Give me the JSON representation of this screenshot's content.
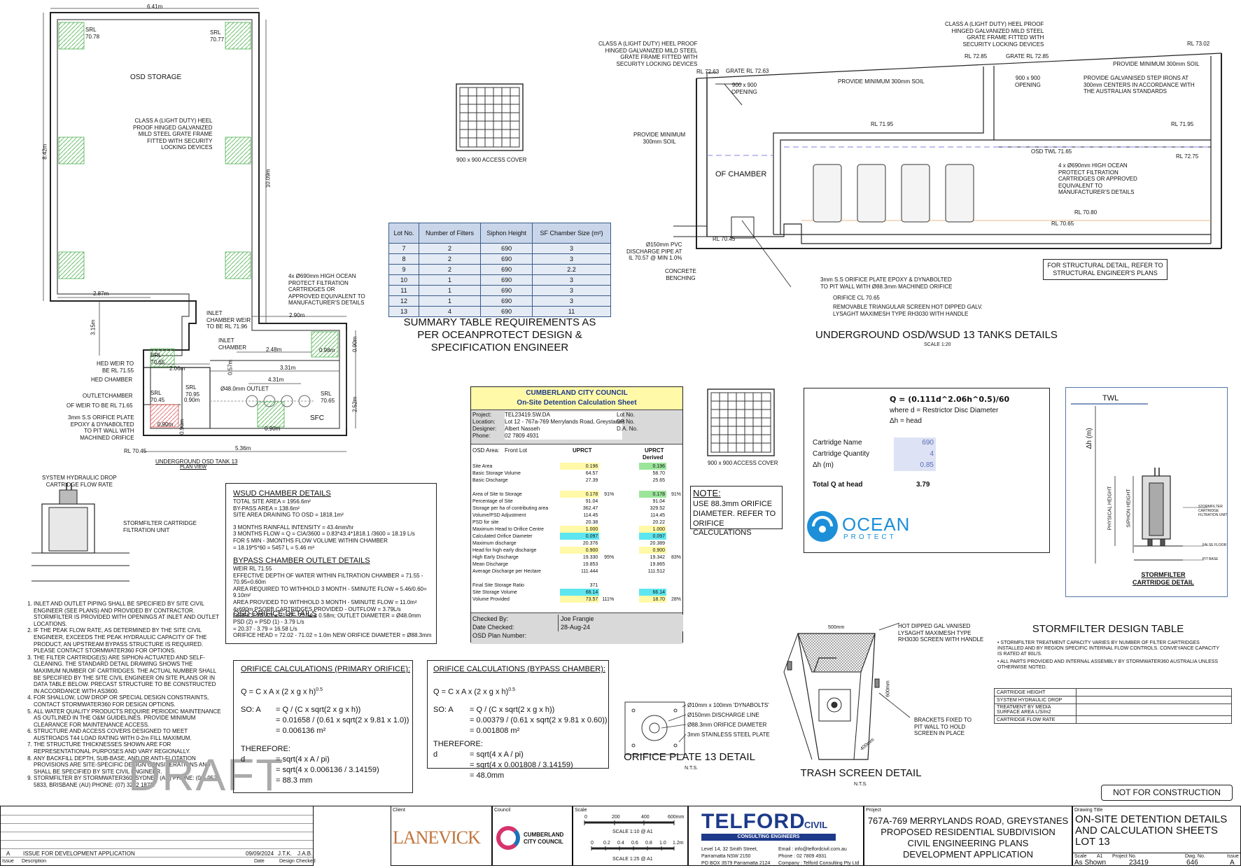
{
  "plan": {
    "dim_top": "6.41m",
    "dim_left": "8.42m",
    "dim_mid": "10.09m",
    "dim_287": "2.87m",
    "dim_315": "3.15m",
    "dim_290": "2.90m",
    "dim_248": "2.48m",
    "dim_098": "0.98m",
    "dim_090r": "0.90m",
    "dim_331": "3.31m",
    "dim_431": "4.31m",
    "dim_252": "2.52m",
    "dim_206": "2.06m",
    "dim_057": "0.57m",
    "dim_090a": "0.90m",
    "dim_090b": "0.90m",
    "dim_090c": "0.90m",
    "dim_090d": "0.90m",
    "dim_536": "5.36m",
    "srl1": "SRL\n70.78",
    "srl2": "SRL\n70.77",
    "srl3": "SRL\n70.65",
    "srl4": "SRL\n70.95",
    "srl5": "SRL\n70.45",
    "srl6": "SRL\n70.65",
    "osd_storage": "OSD STORAGE",
    "note_grate": "CLASS A (LIGHT DUTY) HEEL\nPROOF HINGED GALVANIZED\nMILD STEEL GRATE FRAME\nFITTED WITH SECURITY\nLOCKING DEVICES",
    "note_cart": "4x Ø690mm HIGH OCEAN\nPROTECT FILTRATION\nCARTRIDGES OR\nAPPROVED EQUIVALENT TO\nMANUFACTURER'S DETAILS",
    "inlet_weir": "INLET\nCHAMBER WEIR\nTO BE RL 71.96",
    "inlet_chamber": "INLET\nCHAMBER",
    "hed_weir": "HED WEIR TO\nBE RL 71.55",
    "hed_chamber": "HED CHAMBER",
    "outlet_chamber": "OUTLETCHAMBER",
    "of_weir": "OF WEIR TO BE RL 71.65",
    "orifice_plate": "3mm S.S ORIFICE PLATE\nEPOXY & DYNABOLTED\nTO PIT WALL WITH\nMACHINED ORIFICE",
    "outlet": "Ø48.0mm OUTLET",
    "sfc": "SFC",
    "rl7045": "RL 70.45",
    "title": "UNDERGROUND OSD TANK 13",
    "subtitle": "PLAN VIEW"
  },
  "cover1": "900 x 900 ACCESS COVER",
  "cover2": "900 x 900 ACCESS COVER",
  "summary": {
    "headers": [
      "Lot No.",
      "Number of Filters",
      "Siphon Height",
      "SF Chamber Size (m²)"
    ],
    "rows": [
      [
        "7",
        "2",
        "690",
        "3"
      ],
      [
        "8",
        "2",
        "690",
        "3"
      ],
      [
        "9",
        "2",
        "690",
        "2.2"
      ],
      [
        "10",
        "1",
        "690",
        "3"
      ],
      [
        "11",
        "1",
        "690",
        "3"
      ],
      [
        "12",
        "1",
        "690",
        "3"
      ],
      [
        "13",
        "4",
        "690",
        "11"
      ]
    ],
    "title": "SUMMARY TABLE REQUIREMENTS AS\nPER OCEANPROTECT DESIGN &\nSPECIFICATION ENGINEER"
  },
  "section": {
    "note_grate_l": "CLASS A (LIGHT DUTY) HEEL PROOF\nHINGED GALVANIZED MILD STEEL\nGRATE FRAME FITTED WITH\nSECURITY LOCKING DEVICES",
    "note_grate_r": "CLASS A (LIGHT DUTY) HEEL PROOF\nHINGED GALVANIZED MILD STEEL\nGRATE FRAME FITTED WITH\nSECURITY LOCKING DEVICES",
    "rl7302": "RL 73.02",
    "rl7285": "RL 72.85",
    "grate7285": "GRATE RL 72.85",
    "rl7263": "RL 72.63",
    "grate7263": "GRATE RL 72.63",
    "opening1": "900 x 900\nOPENING",
    "opening2": "900 x 900\nOPENING",
    "soil1": "PROVIDE MINIMUM 300mm SOIL",
    "soil2": "PROVIDE MINIMUM 300mm SOIL",
    "soil3": "PROVIDE MINIMUM\n300mm SOIL",
    "step": "PROVIDE GALVANISED STEP IRONS AT\n300mm CENTERS IN ACCORDANCE WITH\nTHE AUSTRALIAN STANDARDS",
    "rl7195a": "RL 71.95",
    "rl7195b": "RL 71.95",
    "osdtwl": "OSD TWL 71.65",
    "rl7275": "RL 72.75",
    "of_chamber": "OF CHAMBER",
    "cart": "4 x Ø690mm HIGH OCEAN\nPROTECT FILTRATION\nCARTRIDGES OR APPROVED\nEQUIVALENT TO\nMANUFACTURER'S DETAILS",
    "rl7080": "RL 70.80",
    "rl7065": "RL 70.65",
    "rl7045": "RL 70.45",
    "pipe": "Ø150mm PVC\nDISCHARGE PIPE AT\nIL 70.57 @ MIN 1.0%",
    "bench": "CONCRETE\nBENCHING",
    "plate": "3mm S.S ORIFICE PLATE EPOXY & DYNABOLTED\nTO PIT WALL WITH Ø88.3mm MACHINED ORIFICE",
    "cl": "ORIFICE CL 70.65",
    "screen": "REMOVABLE TRIANGULAR SCREEN HOT DIPPED GALV.\nLYSAGHT MAXIMESH TYPE RH3030 WITH HANDLE",
    "struct": "FOR STRUCTURAL DETAIL, REFER TO\nSTRUCTURAL ENGINEER'S PLANS",
    "title": "UNDERGROUND OSD/WSUD 13 TANKS DETAILS",
    "scale": "SCALE 1:20"
  },
  "hydraulic": {
    "title": "SYSTEM HYDRAULIC DROP\nCARTRIDGE FLOW RATE",
    "label": "STORMFILTER CARTRIDGE\nFILTRATION UNIT"
  },
  "wsud": {
    "title": "WSUD CHAMBER DETAILS",
    "l1": "TOTAL SITE AREA = 1956.6m²",
    "l2": "BY-PASS AREA = 138.6m²",
    "l3": "SITE AREA DRAINING TO OSD = 1818.1m²",
    "l4": "3 MONTHS RAINFALL INTENSITY = 43.4mm/hr",
    "l5": "3 MONTHS FLOW = Q = CIA/3600 = 0.83*43.4*1818.1 /3600 = 18.19 L/s",
    "l6": "FOR 5 MIN - 3MONTHS FLOW VOLUME WITHIN CHAMBER",
    "l7": "= 18.19*5*60 = 5457 L = 5.46 m³",
    "bypass_title": "BYPASS CHAMBER OUTLET DETAILS",
    "b1": "WEIR RL 71.55",
    "b2": "EFFECTIVE DEPTH OF WATER WITHIN FILTRATION CHAMBER = 71.55 - 70.95=0.60m",
    "b3": "AREA REQUIRED TO WITHHOLD 3 MONTH - 5MINUTE FLOW = 5.46/0.60= 9.10m²",
    "b4": "AREA PROVIDED TO WITHHOLD 3 MONTH - 5MINUTE FLOW = 11.0m²",
    "b5": "4x690m PSORB CARTRIDGES PROVIDED - OUTFLOW = 3.79L/s",
    "b6": "ORIFICE HEAD = 71.92 - 71.34 = 0.58m; OUTLET DIAMETER = Ø48.0mm",
    "osd_title": "OSD ORIFICE DETAILS",
    "o1": "PSD (2) = PSD (1) - 3.79 L/s",
    "o2": "= 20.37 - 3.79 = 16.58 L/s",
    "o3": "ORIFICE HEAD = 72.02 - 71.02 = 1.0m NEW ORIFICE DIAMETER = Ø88.3mm"
  },
  "notes": [
    "INLET AND OUTLET PIPING SHALL BE SPECIFIED BY SITE CIVIL ENGINEER (SEE PLANS) AND PROVIDED BY CONTRACTOR. STORMFILTER IS PROVIDED WITH OPENINGS AT INLET AND OUTLET LOCATIONS.",
    "IF THE PEAK FLOW RATE, AS DETERMINED BY THE SITE CIVIL ENGINEER, EXCEEDS THE PEAK HYDRAULIC CAPACITY OF THE PRODUCT, AN UPSTREAM BYPASS STRUCTURE IS REQUIRED. PLEASE CONTACT STORMWATER360 FOR OPTIONS.",
    "THE FILTER CARTRIDGE(S) ARE SIPHON-ACTUATED AND SELF-CLEANING. THE STANDARD DETAIL DRAWING SHOWS THE MAXIMUM NUMBER OF CARTRIDGES. THE ACTUAL NUMBER SHALL BE SPECIFIED BY THE SITE CIVIL ENGINEER ON SITE PLANS OR IN DATA TABLE BELOW. PRECAST STRUCTURE TO BE CONSTRUCTED IN ACCORDANCE WITH AS3600.",
    "FOR SHALLOW, LOW DROP OR SPECIAL DESIGN CONSTRAINTS, CONTACT STORMWATER360 FOR DESIGN OPTIONS.",
    "ALL WATER QUALITY PRODUCTS REQUIRE PERIODIC MAINTENANCE AS OUTLINED IN THE O&M GUIDELINES. PROVIDE MINIMUM CLEARANCE FOR MAINTENANCE ACCESS.",
    "STRUCTURE AND ACCESS COVERS DESIGNED TO MEET AUSTROADS T44 LOAD RATING WITH 0-2m FILL MAXIMUM.",
    "THE STRUCTURE THICKNESSES SHOWN ARE FOR REPRESENTATIONAL PURPOSES AND VARY REGIONALLY.",
    "ANY BACKFILL DEPTH, SUB-BASE, AND OR ANTI-FLOTATION PROVISIONS ARE SITE-SPECIFIC DESIGN CONSIDERATIONS AND SHALL BE SPECIFIED BY SITE CIVIL ENGINEER.",
    "STORMFILTER BY STORMWATER360: SYDNEY (AU) PHONE: (02) 9525 5833, BRISBANE (AU) PHONE: (07) 3272 1872."
  ],
  "draft": "DRAFT",
  "orifice1": {
    "title": "ORIFICE CALCULATIONS (PRIMARY ORIFICE):",
    "f1": "Q = C x A x (2 x g x h)",
    "sup": "0.5",
    "so": "SO:   A",
    "a1": "= Q / (C x sqrt(2 x g x h))",
    "a2": "= 0.01658 / (0.61 x sqrt(2 x 9.81 x 1.0))",
    "a3": "= 0.006136 m²",
    "th": "THEREFORE:",
    "d": "d",
    "d1": "= sqrt(4 x A / pi)",
    "d2": "= sqrt(4 x 0.006136 / 3.14159)",
    "d3": "= 88.3 mm"
  },
  "orifice2": {
    "title": "ORIFICE CALCULATIONS (BYPASS CHAMBER):",
    "f1": "Q = C x A x (2 x g x h)",
    "sup": "0.5",
    "so": "SO:   A",
    "a1": "= Q / (C x sqrt(2 x g x h))",
    "a2": "= 0.00379 / (0.61 x sqrt(2 x 9.81 x 0.60))",
    "a3": "= 0.001808 m²",
    "th": "THEREFORE:",
    "d": "d",
    "d1": "= sqrt(4 x A / pi)",
    "d2": "= sqrt(4 x 0.001808 / 3.14159)",
    "d3": "= 48.0mm"
  },
  "calc": {
    "council": "CUMBERLAND CITY COUNCIL",
    "sheet": "On-Site Detention Calculation Sheet",
    "project_l": "Project:",
    "project": "TEL23419.SW.DA",
    "location_l": "Location:",
    "location": "Lot 12 - 767a-769 Merrylands Road, Greystanes",
    "designer_l": "Designer:",
    "designer": "Albert Nasseh",
    "phone_l": "Phone:",
    "phone": "02 7809 4931",
    "lot_l": "Lot No.",
    "dp_l": "DP No.",
    "da_l": "D.A. No.",
    "osd_area_l": "OSD Area:",
    "osd_area": "Front Lot",
    "uprct": "UPRCT",
    "uprct2": "UPRCT",
    "derived": "Derived",
    "rows": [
      {
        "label": "Site Area",
        "v1": "0.196",
        "c1": "yl",
        "p1": "",
        "v2": "0.196",
        "c2": "gr",
        "p2": ""
      },
      {
        "label": "Basic Storage Volume",
        "v1": "64.57",
        "c1": "",
        "p1": "",
        "v2": "58.70",
        "c2": "",
        "p2": ""
      },
      {
        "label": "Basic Discharge",
        "v1": "27.39",
        "c1": "",
        "p1": "",
        "v2": "25.65",
        "c2": "",
        "p2": ""
      },
      {
        "label": "",
        "v1": "",
        "c1": "",
        "p1": "",
        "v2": "",
        "c2": "",
        "p2": ""
      },
      {
        "label": "Area of Site to Storage",
        "v1": "0.178",
        "c1": "yl",
        "p1": "91%",
        "v2": "0.178",
        "c2": "gr",
        "p2": "91%"
      },
      {
        "label": "Percentage of Site",
        "v1": "91.04",
        "c1": "",
        "p1": "",
        "v2": "91.04",
        "c2": "",
        "p2": ""
      },
      {
        "label": "Storage per ha of contributing area",
        "v1": "362.47",
        "c1": "",
        "p1": "",
        "v2": "329.52",
        "c2": "",
        "p2": ""
      },
      {
        "label": "Volume/PSD Adjustment",
        "v1": "114.45",
        "c1": "",
        "p1": "",
        "v2": "114.45",
        "c2": "",
        "p2": ""
      },
      {
        "label": "PSD for site",
        "v1": "20.38",
        "c1": "",
        "p1": "",
        "v2": "20.22",
        "c2": "",
        "p2": ""
      },
      {
        "label": "Maximum Head to Orifice Centre",
        "v1": "1.000",
        "c1": "yl",
        "p1": "",
        "v2": "1.000",
        "c2": "yl",
        "p2": ""
      },
      {
        "label": "Calculated Orifice Diameter",
        "v1": "0.097",
        "c1": "cy",
        "p1": "",
        "v2": "0.097",
        "c2": "cy",
        "p2": ""
      },
      {
        "label": "Maximum discharge",
        "v1": "20.376",
        "c1": "",
        "p1": "",
        "v2": "20.389",
        "c2": "",
        "p2": ""
      },
      {
        "label": "Head for high early discharge",
        "v1": "0.900",
        "c1": "yl",
        "p1": "",
        "v2": "0.900",
        "c2": "yl",
        "p2": ""
      },
      {
        "label": "High Early Discharge",
        "v1": "19.330",
        "c1": "",
        "p1": "95%",
        "v2": "19.342",
        "c2": "",
        "p2": "83%"
      },
      {
        "label": "Mean Discharge",
        "v1": "19.853",
        "c1": "",
        "p1": "",
        "v2": "19.865",
        "c2": "",
        "p2": ""
      },
      {
        "label": "Average Discharge per Hectare",
        "v1": "111.444",
        "c1": "",
        "p1": "",
        "v2": "111.512",
        "c2": "",
        "p2": ""
      },
      {
        "label": "",
        "v1": "",
        "c1": "",
        "p1": "",
        "v2": "",
        "c2": "",
        "p2": ""
      },
      {
        "label": "Final Site Storage Ratio",
        "v1": "371",
        "c1": "",
        "p1": "",
        "v2": "",
        "c2": "",
        "p2": ""
      },
      {
        "label": "Site Storage Volume",
        "v1": "66.14",
        "c1": "cy",
        "p1": "",
        "v2": "66.14",
        "c2": "cy",
        "p2": ""
      },
      {
        "label": "Volume Provided",
        "v1": "73.57",
        "c1": "yl",
        "p1": "111%",
        "v2": "18.70",
        "c2": "yl",
        "p2": "28%"
      }
    ],
    "checked_l": "Checked By:",
    "checked": "Joe Frangie",
    "date_l": "Date Checked:",
    "date": "28-Aug-24",
    "plan_l": "OSD Plan Number:"
  },
  "note_box": {
    "title": "NOTE:",
    "text": "USE 88.3mm ORIFICE\nDIAMETER. REFER TO\nORIFICE CALCULATIONS"
  },
  "ocean": {
    "formula": "Q = (0.111d^2.06h^0.5)/60",
    "where": "where d = Restrictor Disc Diameter",
    "dh": "Δh = head",
    "name_l": "Cartridge Name",
    "name": "690",
    "qty_l": "Cartridge Quantity",
    "qty": "4",
    "h_l": "Δh (m)",
    "h": "0.85",
    "total_l": "Total Q at head",
    "total": "3.79",
    "logo1": "OCEAN",
    "logo2": "PROTECT"
  },
  "cart_detail": {
    "twl": "TWL",
    "dh": "Δh (m)",
    "phys": "PHYSICAL HEIGHT",
    "siphon": "SIPHON HEIGHT",
    "unit": "STORMFILTER\nCARTRIDGE\nFILTRATION UNIT",
    "floor": "FALSE FLOOR",
    "base": "PIT BASE",
    "title": "STORMFILTER\nCARTRIDGE DETAIL"
  },
  "sf_table": {
    "title": "STORMFILTER DESIGN TABLE",
    "n1": "• STORMFILTER TREATMENT CAPACITY VARIES BY NUMBER OF FILTER CARTRIDGES INSTALLED AND BY REGION SPECIFIC INTERNAL FLOW CONTROLS. CONVEYANCE CAPACITY IS RATED AT 80L/S.",
    "n2": "• ALL PARTS PROVIDED AND INTERNAL ASSEMBLY BY STORMWATER360 AUSTRALIA UNLESS OTHERWISE NOTED.",
    "rows": [
      "CARTRIDGE HEIGHT",
      "SYSTEM HYDRAULIC DROP",
      "TREATMENT BY MEDIA SURFACE AREA L/S/m2",
      "CARTRIDGE FLOW RATE"
    ]
  },
  "orifice_plate": {
    "l1": "Ø10mm x 100mm 'DYNABOLTS'",
    "l2": "Ø150mm DISCHARGE LINE",
    "l3": "Ø88.3mm ORIFICE DIAMETER",
    "l4": "3mm STAINLESS STEEL PLATE",
    "title": "ORIFICE PLATE 13 DETAIL",
    "nts": "N.T.S."
  },
  "trash": {
    "l1": "HOT DIPPED GAL VANISED\nLYSAGHT MAXIMESH TYPE\nRH3030 SCREEN WITH HANDLE",
    "l2": "BRACKETS FIXED TO\nPIT WALL TO HOLD\nSCREEN IN PLACE",
    "d500": "500mm",
    "d600": "600mm",
    "d400": "400mm",
    "title": "TRASH SCREEN DETAIL",
    "nts": "N.T.S."
  },
  "nfc": "NOT FOR CONSTRUCTION",
  "titleblock": {
    "rev": "A",
    "rev_desc": "ISSUE FOR DEVELOPMENT APPLICATION",
    "rev_date": "09/09/2024",
    "rev_design": "J.T.K.",
    "rev_check": "J.A.B.",
    "h_issue": "Issue",
    "h_desc": "Description",
    "h_date": "Date",
    "h_design": "Design",
    "h_checked": "Checked",
    "client_l": "Client",
    "client": "LANEVICK",
    "council_l": "Council",
    "council": "CUMBERLAND\nCITY COUNCIL",
    "scale_l": "Scale",
    "s0": "0",
    "s200": "200",
    "s400": "400",
    "s600": "600mm",
    "scale1": "SCALE 1:10 @ A1",
    "r0": "0",
    "r02": "0.2",
    "r04": "0.4",
    "r06": "0.6",
    "r08": "0.8",
    "r1": "1.0",
    "r12": "1.2m",
    "scale2": "SCALE 1:25 @ A1",
    "telford": "TELFORD",
    "civil": "CIVIL",
    "consult": "CONSULTING ENGINEERS",
    "addr1": "Level 14, 32 Smith Street,",
    "addr2": "Parramatta NSW 2150",
    "addr3": "PO BOX 3579 Parramatta 2124",
    "email": "Email : info@telfordcivil.com.au",
    "phone": "Phone : 02 7809 4931",
    "company": "Company : Telford Consulting Pty Ltd",
    "project_l": "Project",
    "project": "767A-769 MERRYLANDS ROAD, GREYSTANES\nPROPOSED RESIDENTIAL SUBDIVISION\nCIVIL ENGINEERING PLANS\nDEVELOPMENT APPLICATION",
    "dtitle_l": "Drawing Title",
    "dtitle": "ON-SITE DETENTION DETAILS\nAND CALCULATION SHEETS\nLOT 13",
    "scale_a1_l": "Scale",
    "a1": "A1",
    "scale_v": "As Shown",
    "projno_l": "Project No.",
    "projno": "23419",
    "dwg_l": "Dwg. No.",
    "dwg": "646",
    "issue_l": "Issue",
    "issue": "A"
  }
}
